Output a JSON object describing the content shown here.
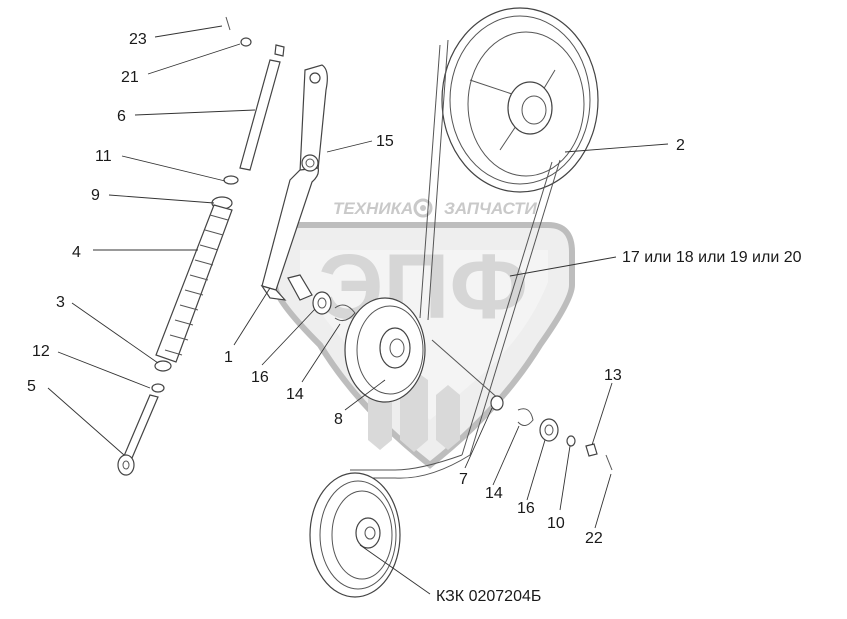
{
  "drawing": {
    "code": "КЗК 0207204Б",
    "watermark": {
      "left_word": "ТЕХНИКА",
      "right_word": "ЗАПЧАСТИ",
      "logo_letters": "ЭПФ"
    },
    "callouts": [
      {
        "id": "c23",
        "text": "23"
      },
      {
        "id": "c21",
        "text": "21"
      },
      {
        "id": "c6",
        "text": "6"
      },
      {
        "id": "c11",
        "text": "11"
      },
      {
        "id": "c9",
        "text": "9"
      },
      {
        "id": "c4",
        "text": "4"
      },
      {
        "id": "c3",
        "text": "3"
      },
      {
        "id": "c12",
        "text": "12"
      },
      {
        "id": "c5",
        "text": "5"
      },
      {
        "id": "c15",
        "text": "15"
      },
      {
        "id": "c2",
        "text": "2"
      },
      {
        "id": "c17",
        "text": "17 или 18 или 19 или 20"
      },
      {
        "id": "c1",
        "text": "1"
      },
      {
        "id": "c16a",
        "text": "16"
      },
      {
        "id": "c14a",
        "text": "14"
      },
      {
        "id": "c8",
        "text": "8"
      },
      {
        "id": "c7",
        "text": "7"
      },
      {
        "id": "c14b",
        "text": "14"
      },
      {
        "id": "c16b",
        "text": "16"
      },
      {
        "id": "c10",
        "text": "10"
      },
      {
        "id": "c13",
        "text": "13"
      },
      {
        "id": "c22",
        "text": "22"
      }
    ]
  }
}
